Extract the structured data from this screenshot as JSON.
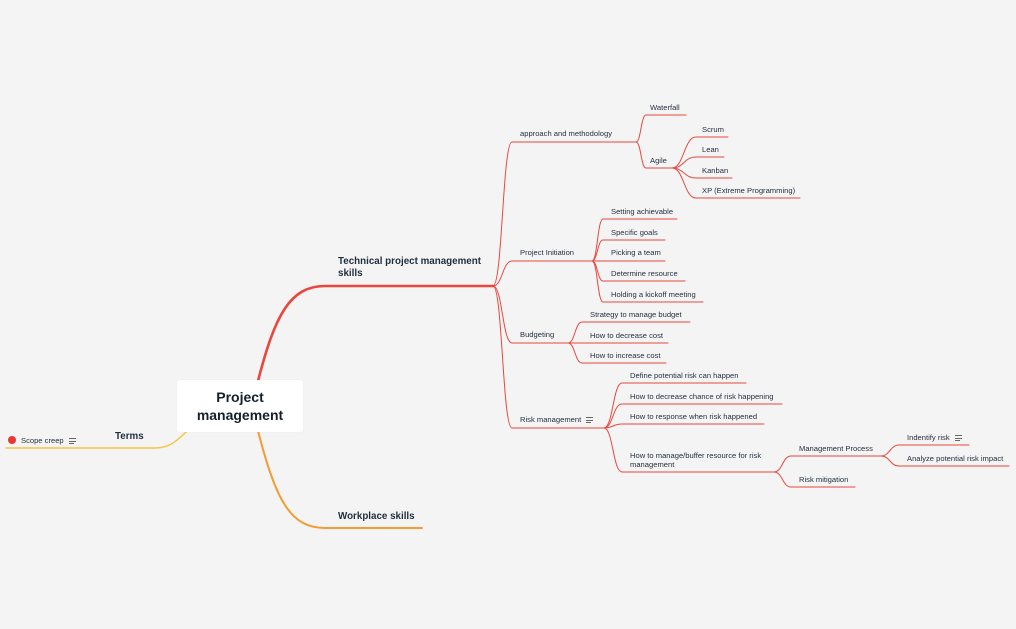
{
  "colors": {
    "background": "#f5f4f5",
    "branch_red": "#e8473d",
    "branch_orange": "#f39c32",
    "branch_yellow": "#f5c542"
  },
  "root": {
    "label": "Project management"
  },
  "terms": {
    "label": "Terms",
    "children": [
      {
        "label": "Scope creep",
        "marker": "red-dot",
        "has_note": true
      }
    ]
  },
  "technical": {
    "label": "Technical project management skills",
    "approach": {
      "label": "approach and methodology",
      "waterfall": "Waterfall",
      "agile": {
        "label": "Agile",
        "children": [
          "Scrum",
          "Lean",
          "Kanban",
          "XP (Extreme Programming)"
        ]
      }
    },
    "initiation": {
      "label": "Project Initiation",
      "children": [
        "Setting achievable",
        "Specific goals",
        "Picking a team",
        "Determine resource",
        "Holding a kickoff meeting"
      ]
    },
    "budgeting": {
      "label": "Budgeting",
      "children": [
        "Strategy to manage budget",
        "How to decrease cost",
        "How to increase cost"
      ]
    },
    "risk": {
      "label": "Risk management",
      "has_note": true,
      "children": [
        "Define potential risk can happen",
        "How to decrease chance of risk happening",
        "How to response when risk happened"
      ],
      "manage": {
        "label": "How to manage/buffer resource for risk management",
        "process": {
          "label": "Management Process",
          "identify": {
            "label": "Indentify risk",
            "has_note": true
          },
          "analyze": "Analyze potential risk impact"
        },
        "mitigation": "Risk mitigation"
      }
    }
  },
  "workplace": {
    "label": "Workplace skills"
  }
}
